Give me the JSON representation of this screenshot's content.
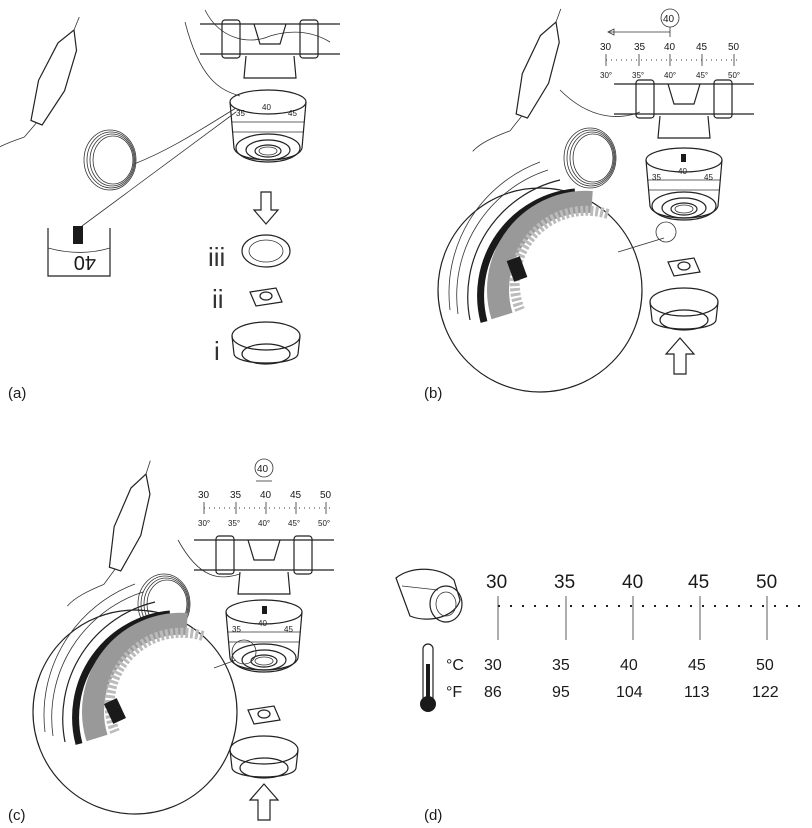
{
  "panels": {
    "a": {
      "label": "(a)",
      "dial_marks": [
        "35",
        "40",
        "45"
      ],
      "zoom_number": "40",
      "steps": [
        "iii",
        "ii",
        "i"
      ]
    },
    "b": {
      "label": "(b)",
      "marker": "40",
      "scale_top": [
        "30",
        "35",
        "40",
        "45",
        "50"
      ],
      "scale_bottom": [
        "30°",
        "35°",
        "40°",
        "45°",
        "50°"
      ],
      "dial_marks": [
        "35",
        "40",
        "45"
      ]
    },
    "c": {
      "label": "(c)",
      "marker": "40",
      "scale_top": [
        "30",
        "35",
        "40",
        "45",
        "50"
      ],
      "scale_bottom": [
        "30°",
        "35°",
        "40°",
        "45°",
        "50°"
      ],
      "dial_marks": [
        "35",
        "40",
        "45"
      ]
    },
    "d": {
      "label": "(d)",
      "scale": [
        "30",
        "35",
        "40",
        "45",
        "50"
      ],
      "celsius_unit": "°C",
      "fahrenheit_unit": "°F",
      "celsius": [
        "30",
        "35",
        "40",
        "45",
        "50"
      ],
      "fahrenheit": [
        "86",
        "95",
        "104",
        "113",
        "122"
      ]
    }
  }
}
